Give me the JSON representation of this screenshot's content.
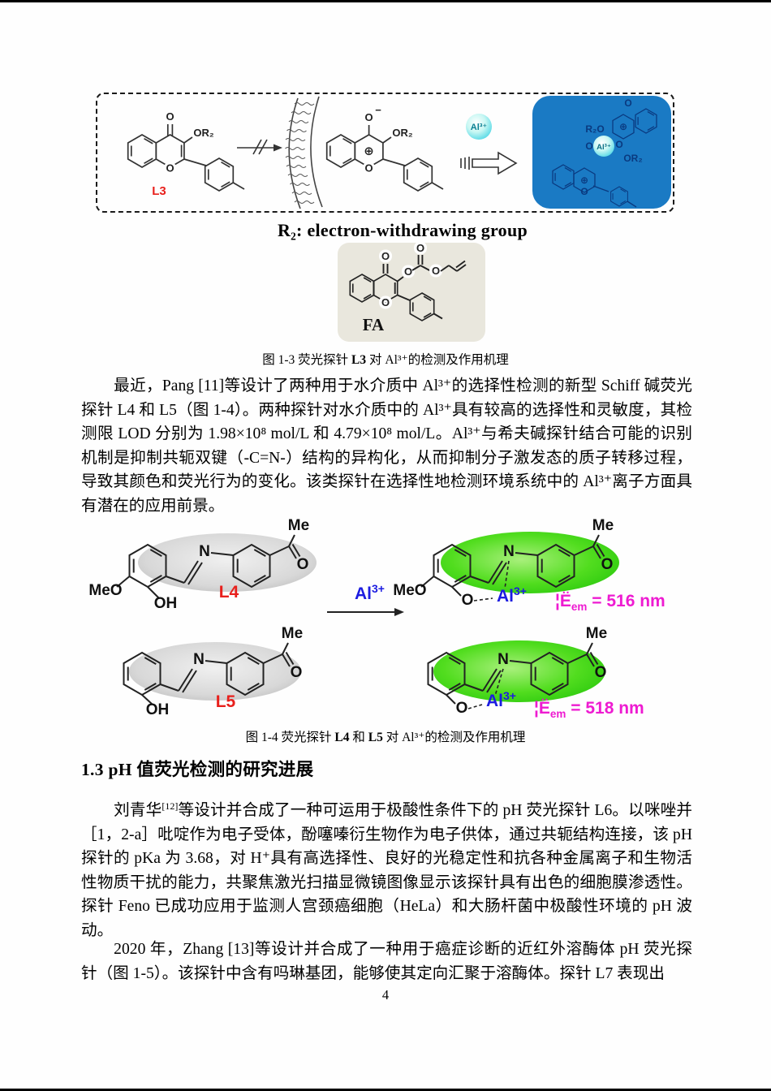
{
  "colors": {
    "blue_complex_box": "#1a7ac4",
    "label_red": "#e8201c",
    "al_blue": "#1c1ce0",
    "emission_magenta": "#ee1bd1",
    "highlight_green": "#2bc90e",
    "fa_panel_bg": "#e9e7dd"
  },
  "fig13": {
    "labels": {
      "l3": "L3",
      "or2": "OR₂",
      "r2o": "R₂O",
      "o": "O",
      "minus": "−",
      "oplus": "⊕",
      "al": "Al³⁺",
      "fa": "FA"
    },
    "r2_note": "R₂: electron-withdrawing group",
    "caption": [
      "图 1-3 荧光探针 ",
      "L3",
      " 对 Al³⁺的检测及作用机理"
    ]
  },
  "fig14": {
    "labels": {
      "me": "Me",
      "o": "O",
      "n": "N",
      "meo": "MeO",
      "oh": "OH",
      "l4": "L4",
      "l5": "L5",
      "al": "Al",
      "al_sup": "3+"
    },
    "em516": {
      "lambda": "¦Ë",
      "sub": "em",
      "value": " = 516 nm"
    },
    "em518": {
      "lambda": "¦Ë",
      "sub": "em",
      "value": " = 518 nm"
    },
    "caption": [
      "图 1-4 荧光探针 ",
      "L4",
      " 和 ",
      "L5",
      " 对 Al³⁺的检测及作用机理"
    ]
  },
  "body": {
    "para1": "最近，Pang [11]等设计了两种用于水介质中 Al³⁺的选择性检测的新型 Schiff 碱荧光探针 L4 和 L5（图 1-4）。两种探针对水介质中的 Al³⁺具有较高的选择性和灵敏度，其检测限 LOD 分别为 1.98×10⁸ mol/L 和 4.79×10⁸ mol/L。Al³⁺与希夫碱探针结合可能的识别机制是抑制共轭双键（-C=N-）结构的异构化，从而抑制分子激发态的质子转移过程，导致其颜色和荧光行为的变化。该类探针在选择性地检测环境系统中的 Al³⁺离子方面具有潜在的应用前景。",
    "heading": "1.3 pH 值荧光检测的研究进展",
    "para2_lead": "刘青华",
    "para2_sup": "[12]",
    "para2_rest": "等设计并合成了一种可运用于极酸性条件下的 pH 荧光探针 L6。以咪唑并［1，2-a］吡啶作为电子受体，酚噻嗪衍生物作为电子供体，通过共轭结构连接，该 pH 探针的 pKa 为 3.68，对 H⁺具有高选择性、良好的光稳定性和抗各种金属离子和生物活性物质干扰的能力，共聚焦激光扫描显微镜图像显示该探针具有出色的细胞膜渗透性。探针 Feno 已成功应用于监测人宫颈癌细胞（HeLa）和大肠杆菌中极酸性环境的 pH 波动。",
    "para3": "2020 年，Zhang [13]等设计并合成了一种用于癌症诊断的近红外溶酶体 pH 荧光探针（图 1-5）。该探针中含有吗琳基团，能够使其定向汇聚于溶酶体。探针 L7 表现出"
  },
  "page": {
    "number": "4"
  }
}
